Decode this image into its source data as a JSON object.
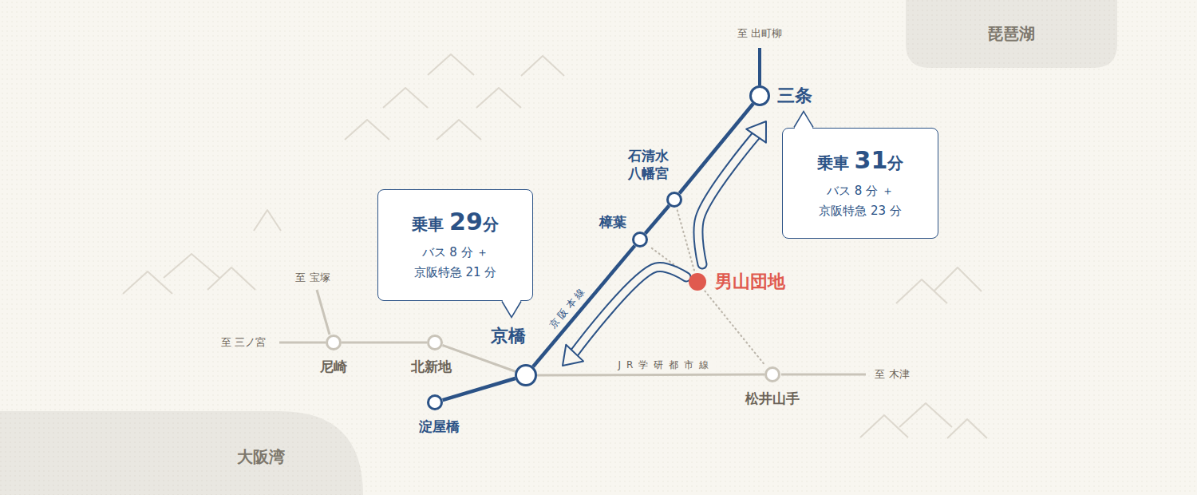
{
  "diagram": {
    "nodes": [
      {
        "text": [
          "琵琶湖"
        ]
      },
      {
        "text": [
          "三条"
        ]
      },
      {
        "text": [
          "乗車 31分",
          "バス 8 分 ＋ 京阪特急 23 分"
        ]
      },
      {
        "text": [
          "石清水 八幡宮"
        ]
      },
      {
        "text": [
          "樟葉"
        ]
      },
      {
        "text": [
          "男山団地"
        ]
      },
      {
        "text": [
          "乗車 29分",
          "バス 8 分 ＋ 京阪特急 21 分"
        ]
      },
      {
        "text": [
          "京橋"
        ]
      },
      {
        "text": [
          "尼崎"
        ]
      },
      {
        "text": [
          "北新地"
        ]
      },
      {
        "text": [
          "松井山手"
        ]
      },
      {
        "text": [
          "淀屋橋"
        ]
      },
      {
        "text": [
          "大阪湾"
        ]
      }
    ],
    "edges": [
      {
        "from": 11,
        "to": 7,
        "arrow": "none"
      },
      {
        "from": 7,
        "to": 4,
        "arrow": "none",
        "label": "京阪本線"
      },
      {
        "from": 4,
        "to": 3,
        "arrow": "none"
      },
      {
        "from": 3,
        "to": 1,
        "arrow": "none"
      },
      {
        "from": 8,
        "to": 9,
        "arrow": "none"
      },
      {
        "from": 9,
        "to": 7,
        "arrow": "none"
      },
      {
        "from": 7,
        "to": 10,
        "arrow": "none",
        "label": "JR学研都市線"
      },
      {
        "from": 5,
        "to": 4,
        "arrow": "none"
      },
      {
        "from": 5,
        "to": 3,
        "arrow": "none"
      },
      {
        "from": 5,
        "to": 10,
        "arrow": "none"
      },
      {
        "from": 5,
        "to": 7,
        "arrow": "to"
      },
      {
        "from": 5,
        "to": 1,
        "arrow": "to"
      }
    ],
    "labels": [
      "至 出町柳",
      "至 宝塚",
      "至 三ノ宮",
      "至 木津"
    ]
  }
}
